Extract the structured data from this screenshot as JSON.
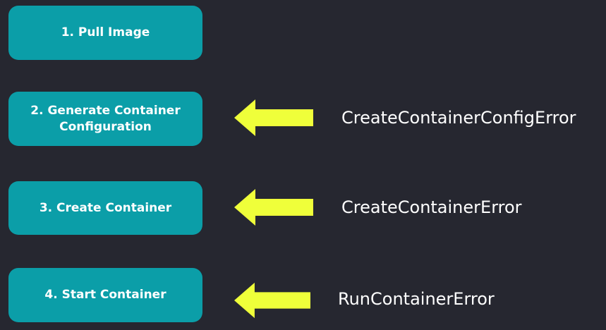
{
  "steps": [
    {
      "lines": [
        "1. Pull Image"
      ]
    },
    {
      "lines": [
        "2. Generate Container",
        "Configuration"
      ]
    },
    {
      "lines": [
        "3. Create Container"
      ]
    },
    {
      "lines": [
        "4. Start Container"
      ]
    }
  ],
  "errors": [
    {
      "label": "CreateContainerConfigError"
    },
    {
      "label": "CreateContainerError"
    },
    {
      "label": "RunContainerError"
    }
  ],
  "colors": {
    "background": "#262730",
    "box": "#0b9ea8",
    "arrow": "#efff3a",
    "text": "#ffffff"
  },
  "icons": {
    "arrow": "arrow-left-icon"
  }
}
